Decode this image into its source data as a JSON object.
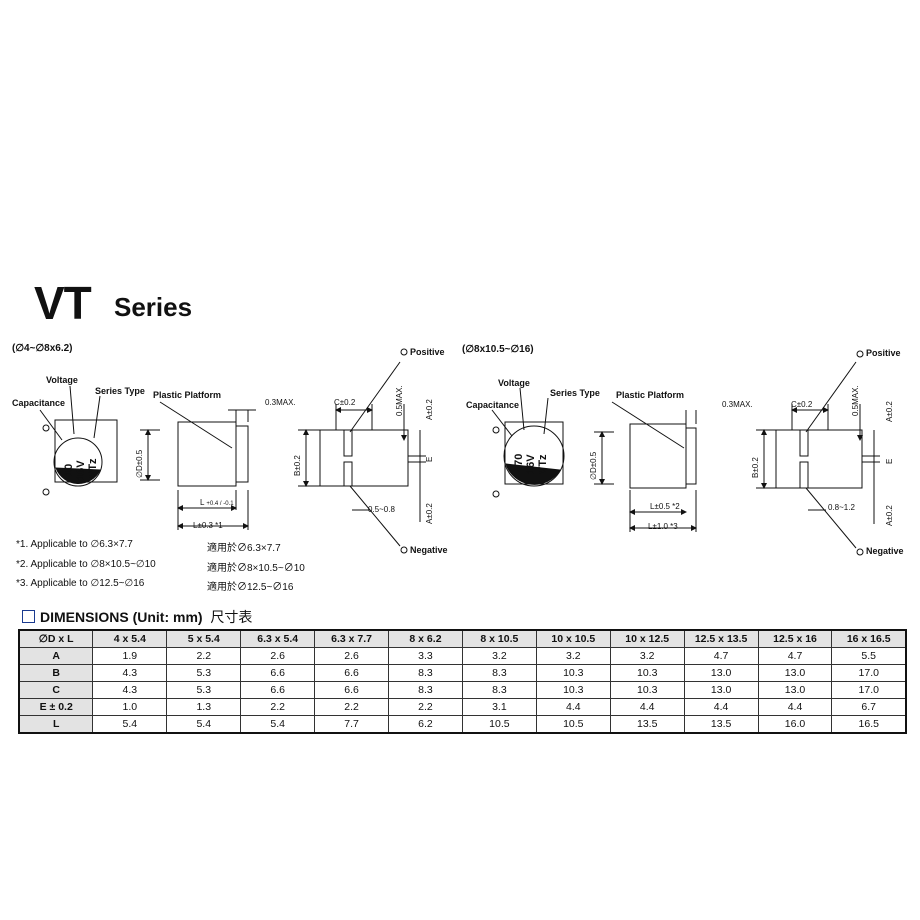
{
  "title": {
    "main": "VT",
    "sub": "Series"
  },
  "left_diagram": {
    "range": "(∅4~∅8x6.2)",
    "labels": {
      "voltage": "Voltage",
      "capacitance": "Capacitance",
      "series_type": "Series Type",
      "plastic_platform": "Plastic Platform",
      "max03": "0.3MAX.",
      "c02": "C±0.2",
      "max05": "0.5MAX.",
      "a02_top": "A±0.2",
      "a02_bottom": "A±0.2",
      "b02": "B±0.2",
      "e": "E",
      "d05": "∅D±0.5",
      "l_tol": "L",
      "l_tol_sup": "+0.4 / -0.1",
      "l03": "L±0.3 *1",
      "lead": "0.5~0.8",
      "positive": "Positive",
      "negative": "Negative",
      "cap_value": "10",
      "cap_voltage": "16V",
      "cap_series": "VTz"
    }
  },
  "right_diagram": {
    "range": "(∅8x10.5~∅16)",
    "labels": {
      "voltage": "Voltage",
      "capacitance": "Capacitance",
      "series_type": "Series Type",
      "plastic_platform": "Plastic Platform",
      "max03": "0.3MAX.",
      "c02": "C±0.2",
      "max05": "0.5MAX.",
      "a02_top": "A±0.2",
      "a02_bottom": "A±0.2",
      "b02": "B±0.2",
      "e": "E",
      "d05": "∅D±0.5",
      "l05": "L±0.5 *2",
      "l10": "L±1.0 *3",
      "lead": "0.8~1.2",
      "positive": "Positive",
      "negative": "Negative",
      "cap_value": "470",
      "cap_voltage": "16V",
      "cap_series": "VTz"
    }
  },
  "notes": [
    {
      "en": "*1. Applicable to ∅6.3×7.7",
      "zh": "適用於∅6.3×7.7"
    },
    {
      "en": "*2. Applicable to ∅8×10.5~∅10",
      "zh": "適用於∅8×10.5~∅10"
    },
    {
      "en": "*3. Applicable to ∅12.5~∅16",
      "zh": "適用於∅12.5~∅16"
    }
  ],
  "dimensions": {
    "heading": "DIMENSIONS (Unit: mm)",
    "heading_zh": "尺寸表",
    "header_label": "∅D x L",
    "columns": [
      "4 x 5.4",
      "5 x 5.4",
      "6.3 x 5.4",
      "6.3 x 7.7",
      "8 x 6.2",
      "8 x 10.5",
      "10 x 10.5",
      "10 x 12.5",
      "12.5 x 13.5",
      "12.5 x 16",
      "16 x 16.5"
    ],
    "rows": [
      {
        "label": "A",
        "values": [
          "1.9",
          "2.2",
          "2.6",
          "2.6",
          "3.3",
          "3.2",
          "3.2",
          "3.2",
          "4.7",
          "4.7",
          "5.5"
        ]
      },
      {
        "label": "B",
        "values": [
          "4.3",
          "5.3",
          "6.6",
          "6.6",
          "8.3",
          "8.3",
          "10.3",
          "10.3",
          "13.0",
          "13.0",
          "17.0"
        ]
      },
      {
        "label": "C",
        "values": [
          "4.3",
          "5.3",
          "6.6",
          "6.6",
          "8.3",
          "8.3",
          "10.3",
          "10.3",
          "13.0",
          "13.0",
          "17.0"
        ]
      },
      {
        "label": "E ± 0.2",
        "values": [
          "1.0",
          "1.3",
          "2.2",
          "2.2",
          "2.2",
          "3.1",
          "4.4",
          "4.4",
          "4.4",
          "4.4",
          "6.7"
        ]
      },
      {
        "label": "L",
        "values": [
          "5.4",
          "5.4",
          "5.4",
          "7.7",
          "6.2",
          "10.5",
          "10.5",
          "13.5",
          "13.5",
          "16.0",
          "16.5"
        ]
      }
    ]
  }
}
